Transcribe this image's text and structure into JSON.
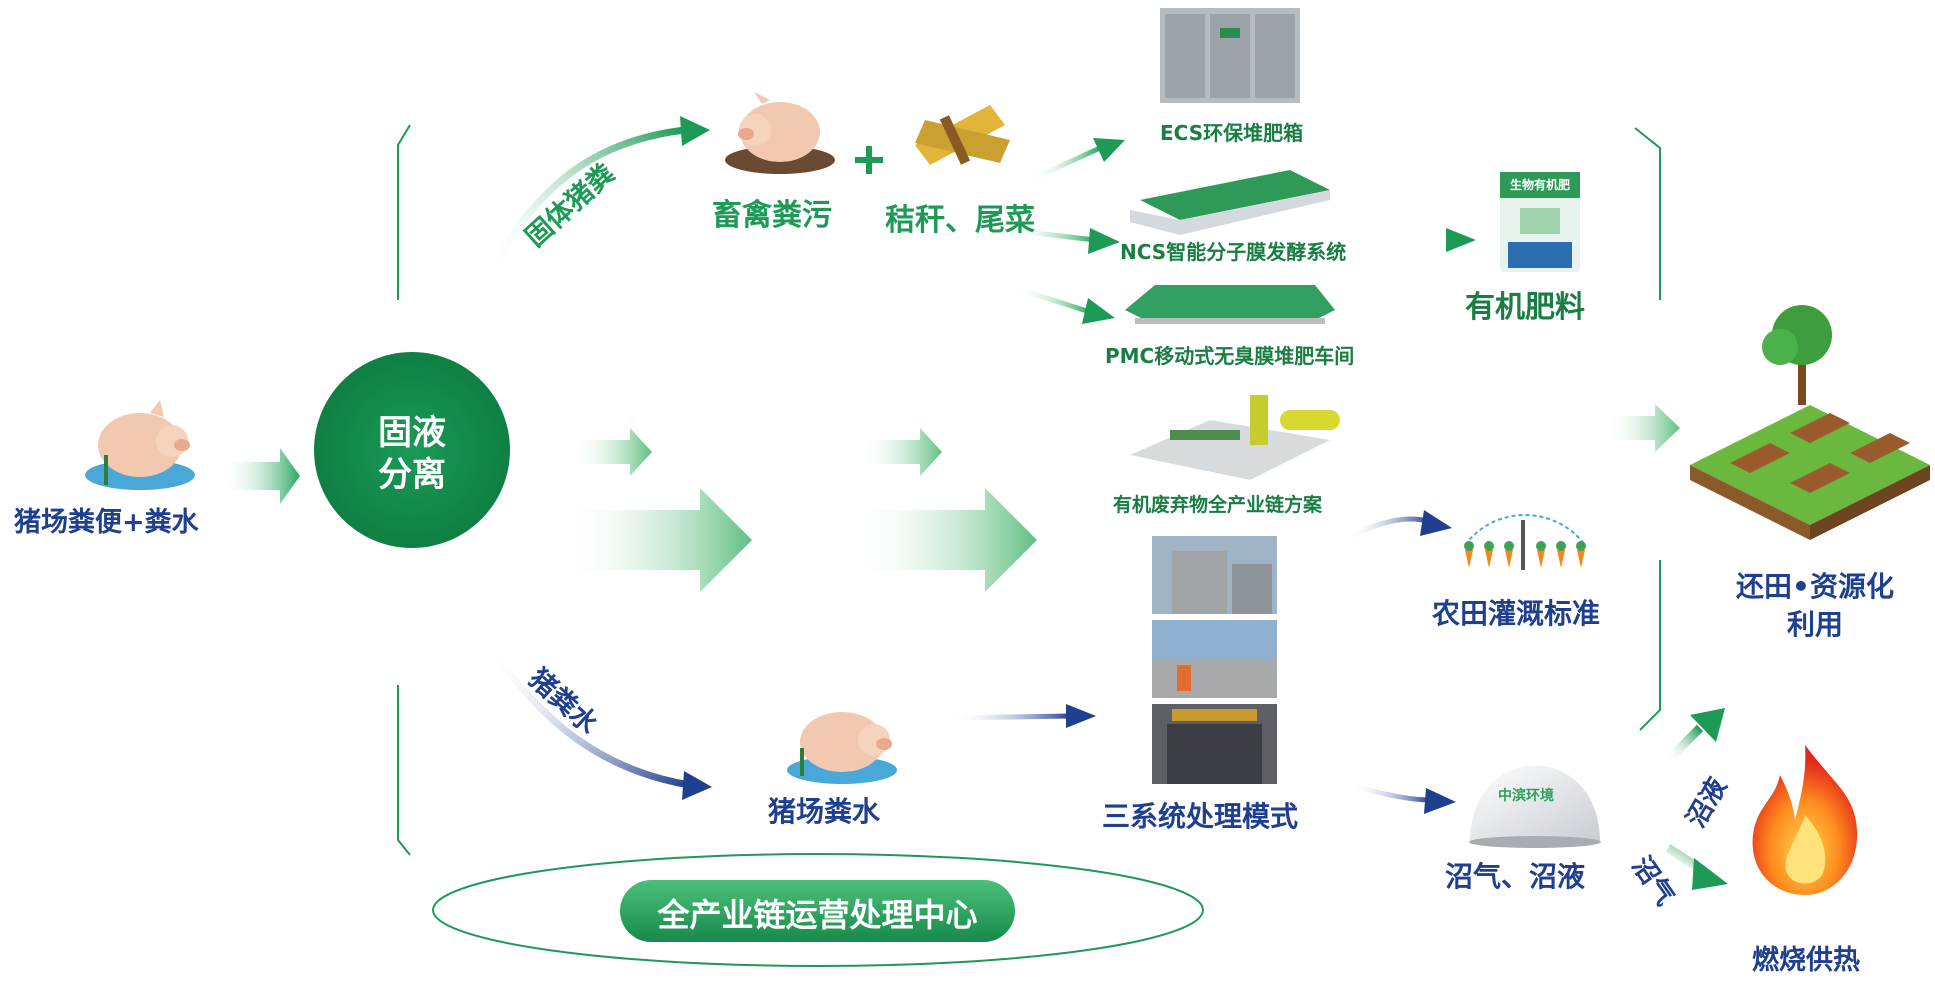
{
  "source": {
    "label": "猪场粪便+粪水"
  },
  "separation": {
    "label_line1": "固液",
    "label_line2": "分离"
  },
  "branch_solid": {
    "label": "固体猪粪"
  },
  "branch_liquid": {
    "label": "猪粪水"
  },
  "solid_inputs": {
    "manure": "畜禽粪污",
    "plus": "+",
    "straw": "秸秆、尾菜"
  },
  "solid_systems": {
    "ecs": "ECS环保堆肥箱",
    "ncs": "NCS智能分子膜发酵系统",
    "pmc": "PMC移动式无臭膜堆肥车间"
  },
  "solid_output": {
    "label": "有机肥料",
    "bag_text": "生物有机肥"
  },
  "middle": {
    "label": "有机废弃物全产业链方案"
  },
  "liquid_input": {
    "label": "猪场粪水"
  },
  "liquid_system": {
    "label": "三系统处理模式"
  },
  "irrigation": {
    "label": "农田灌溉标准"
  },
  "biogas": {
    "label": "沼气、沼液",
    "dome_text": "中滨环境"
  },
  "farmland": {
    "label_line1": "还田•资源化",
    "label_line2": "利用"
  },
  "biogas_liquid": {
    "label": "沼液"
  },
  "biogas_gas": {
    "label": "沼气"
  },
  "heating": {
    "label": "燃烧供热"
  },
  "center": {
    "label": "全产业链运营处理中心"
  },
  "colors": {
    "green": "#1d9a55",
    "blue": "#1f3f8f",
    "dark_green": "#157a45"
  }
}
